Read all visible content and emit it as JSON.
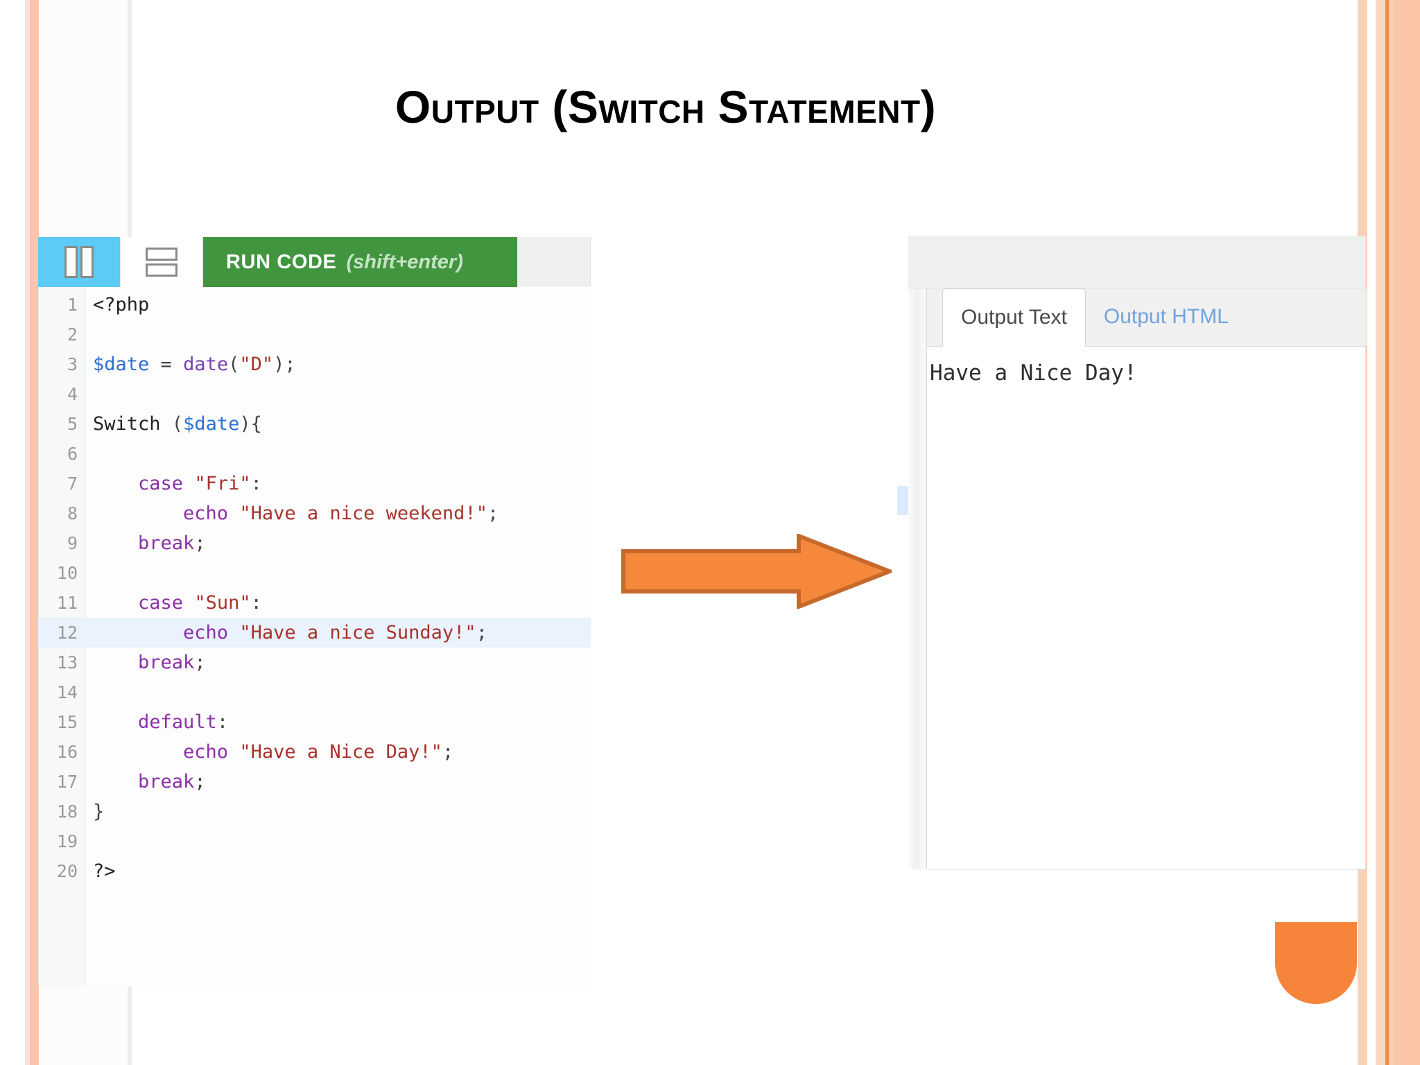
{
  "slide": {
    "title": "Output (Switch Statement)"
  },
  "editor": {
    "toolbar": {
      "vertical_split_icon": "vertical-split-icon",
      "horizontal_split_icon": "horizontal-split-icon",
      "run_label": "RUN CODE",
      "run_shortcut": "(shift+enter)",
      "run_button_color": "#41953f",
      "active_split_color": "#5ccbf5"
    },
    "active_line": 12,
    "active_line_color": "#e9f2fd",
    "lines": [
      {
        "n": "1",
        "tokens": [
          {
            "t": "<?php",
            "c": "tok-plain"
          }
        ]
      },
      {
        "n": "2",
        "tokens": []
      },
      {
        "n": "3",
        "tokens": [
          {
            "t": "$date",
            "c": "tok-var"
          },
          {
            "t": " = ",
            "c": "tok-punc"
          },
          {
            "t": "date",
            "c": "tok-fn"
          },
          {
            "t": "(",
            "c": "tok-punc"
          },
          {
            "t": "\"D\"",
            "c": "tok-str"
          },
          {
            "t": ");",
            "c": "tok-punc"
          }
        ]
      },
      {
        "n": "4",
        "tokens": []
      },
      {
        "n": "5",
        "tokens": [
          {
            "t": "Switch ",
            "c": "tok-plain"
          },
          {
            "t": "(",
            "c": "tok-punc"
          },
          {
            "t": "$date",
            "c": "tok-var"
          },
          {
            "t": "){",
            "c": "tok-punc"
          }
        ]
      },
      {
        "n": "6",
        "tokens": []
      },
      {
        "n": "7",
        "tokens": [
          {
            "t": "    case ",
            "c": "tok-kw"
          },
          {
            "t": "\"Fri\"",
            "c": "tok-str"
          },
          {
            "t": ":",
            "c": "tok-punc"
          }
        ]
      },
      {
        "n": "8",
        "tokens": [
          {
            "t": "        echo ",
            "c": "tok-kw"
          },
          {
            "t": "\"Have a nice weekend!\"",
            "c": "tok-str"
          },
          {
            "t": ";",
            "c": "tok-punc"
          }
        ]
      },
      {
        "n": "9",
        "tokens": [
          {
            "t": "    break",
            "c": "tok-kw"
          },
          {
            "t": ";",
            "c": "tok-punc"
          }
        ]
      },
      {
        "n": "10",
        "tokens": []
      },
      {
        "n": "11",
        "tokens": [
          {
            "t": "    case ",
            "c": "tok-kw"
          },
          {
            "t": "\"Sun\"",
            "c": "tok-str"
          },
          {
            "t": ":",
            "c": "tok-punc"
          }
        ]
      },
      {
        "n": "12",
        "tokens": [
          {
            "t": "        echo ",
            "c": "tok-kw"
          },
          {
            "t": "\"Have a nice Sunday!\"",
            "c": "tok-str"
          },
          {
            "t": ";",
            "c": "tok-punc"
          }
        ]
      },
      {
        "n": "13",
        "tokens": [
          {
            "t": "    break",
            "c": "tok-kw"
          },
          {
            "t": ";",
            "c": "tok-punc"
          }
        ]
      },
      {
        "n": "14",
        "tokens": []
      },
      {
        "n": "15",
        "tokens": [
          {
            "t": "    default",
            "c": "tok-kw"
          },
          {
            "t": ":",
            "c": "tok-punc"
          }
        ]
      },
      {
        "n": "16",
        "tokens": [
          {
            "t": "        echo ",
            "c": "tok-kw"
          },
          {
            "t": "\"Have a Nice Day!\"",
            "c": "tok-str"
          },
          {
            "t": ";",
            "c": "tok-punc"
          }
        ]
      },
      {
        "n": "17",
        "tokens": [
          {
            "t": "    break",
            "c": "tok-kw"
          },
          {
            "t": ";",
            "c": "tok-punc"
          }
        ]
      },
      {
        "n": "18",
        "tokens": [
          {
            "t": "}",
            "c": "tok-punc"
          }
        ]
      },
      {
        "n": "19",
        "tokens": []
      },
      {
        "n": "20",
        "tokens": [
          {
            "t": "?>",
            "c": "tok-plain"
          }
        ]
      }
    ]
  },
  "arrow": {
    "name": "orange-right-arrow",
    "fill": "#f5883a",
    "stroke": "#c8692c"
  },
  "output": {
    "tabs": [
      {
        "label": "Output Text",
        "active": true
      },
      {
        "label": "Output HTML",
        "active": false
      }
    ],
    "text": "Have a Nice Day!"
  },
  "decor": {
    "accent_orange": "#f6853b",
    "peach": "#fac5a5"
  }
}
